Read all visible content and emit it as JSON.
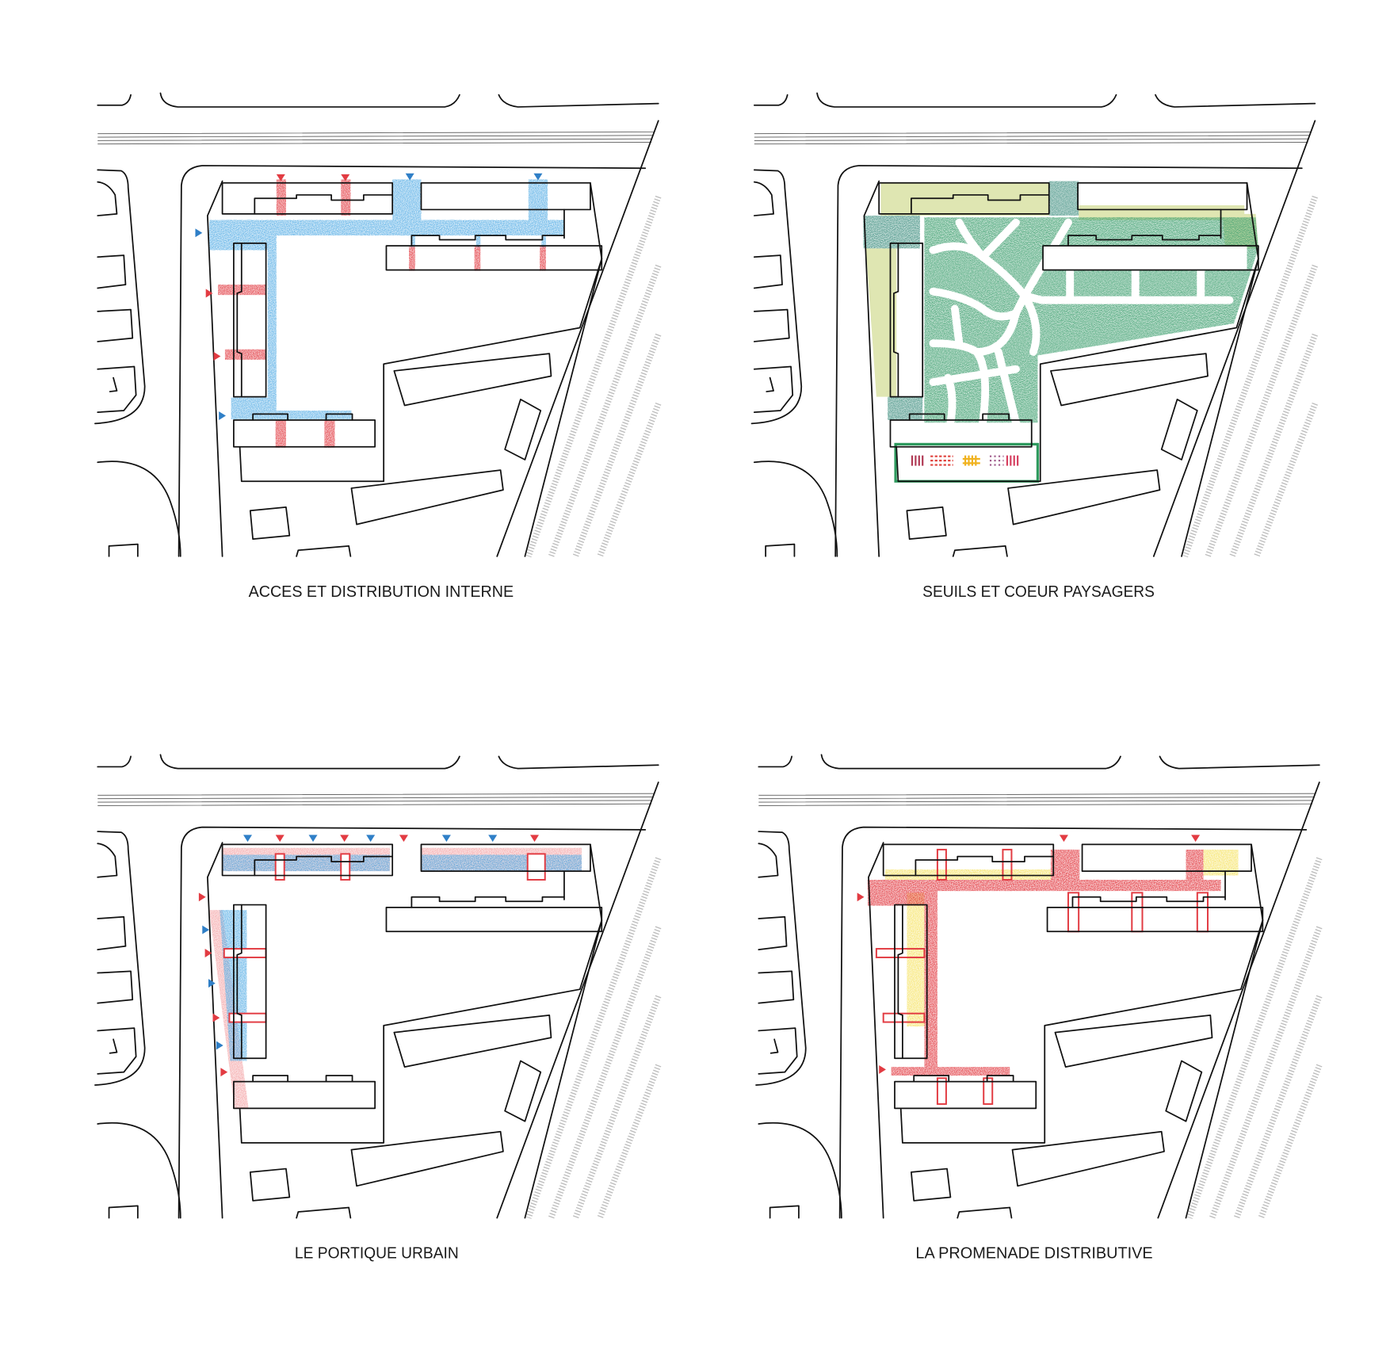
{
  "panels": [
    {
      "caption": "ACCES ET DISTRIBUTION INTERNE"
    },
    {
      "caption": "SEUILS ET COEUR PAYSAGERS"
    },
    {
      "caption": "LE PORTIQUE URBAIN"
    },
    {
      "caption": "LA PROMENADE DISTRIBUTIVE"
    }
  ],
  "colors": {
    "blue": "#5cb0e6",
    "blue_marker": "#2f7fc7",
    "red": "#e23b42",
    "pink": "#f4a6a8",
    "green": "#3a9d6c",
    "olive": "#dfe6b2",
    "teal": "#3f8f80",
    "yellow": "#f6e46a",
    "line": "#111111"
  },
  "icons": {
    "entrance_marker": "triangle"
  }
}
